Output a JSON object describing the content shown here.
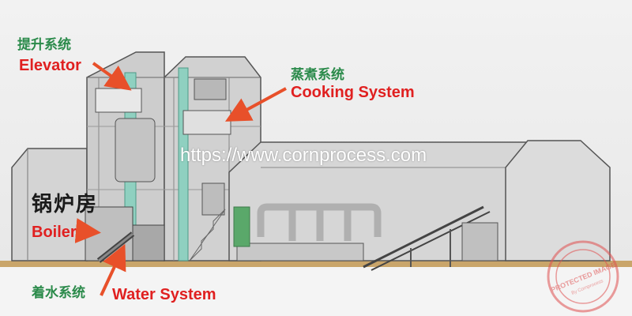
{
  "watermark": {
    "url": "https://www.cornprocess.com"
  },
  "stamp": {
    "text": "PROTECTED IMAGE",
    "small_text": "By Cornprocess",
    "color": "#e05050"
  },
  "boiler_sign": "锅炉房",
  "labels": {
    "elevator": {
      "cn": "提升系统",
      "en": "Elevator"
    },
    "cooking": {
      "cn": "蒸煮系统",
      "en": "Cooking System"
    },
    "boiler": {
      "en": "Boiler"
    },
    "water": {
      "cn": "着水系统",
      "en": "Water System"
    }
  },
  "colors": {
    "label_cn": "#2a8a4a",
    "label_en": "#e02020",
    "arrow": "#e8502a",
    "pipe": "#8fd0c0",
    "structure": "#555555"
  }
}
